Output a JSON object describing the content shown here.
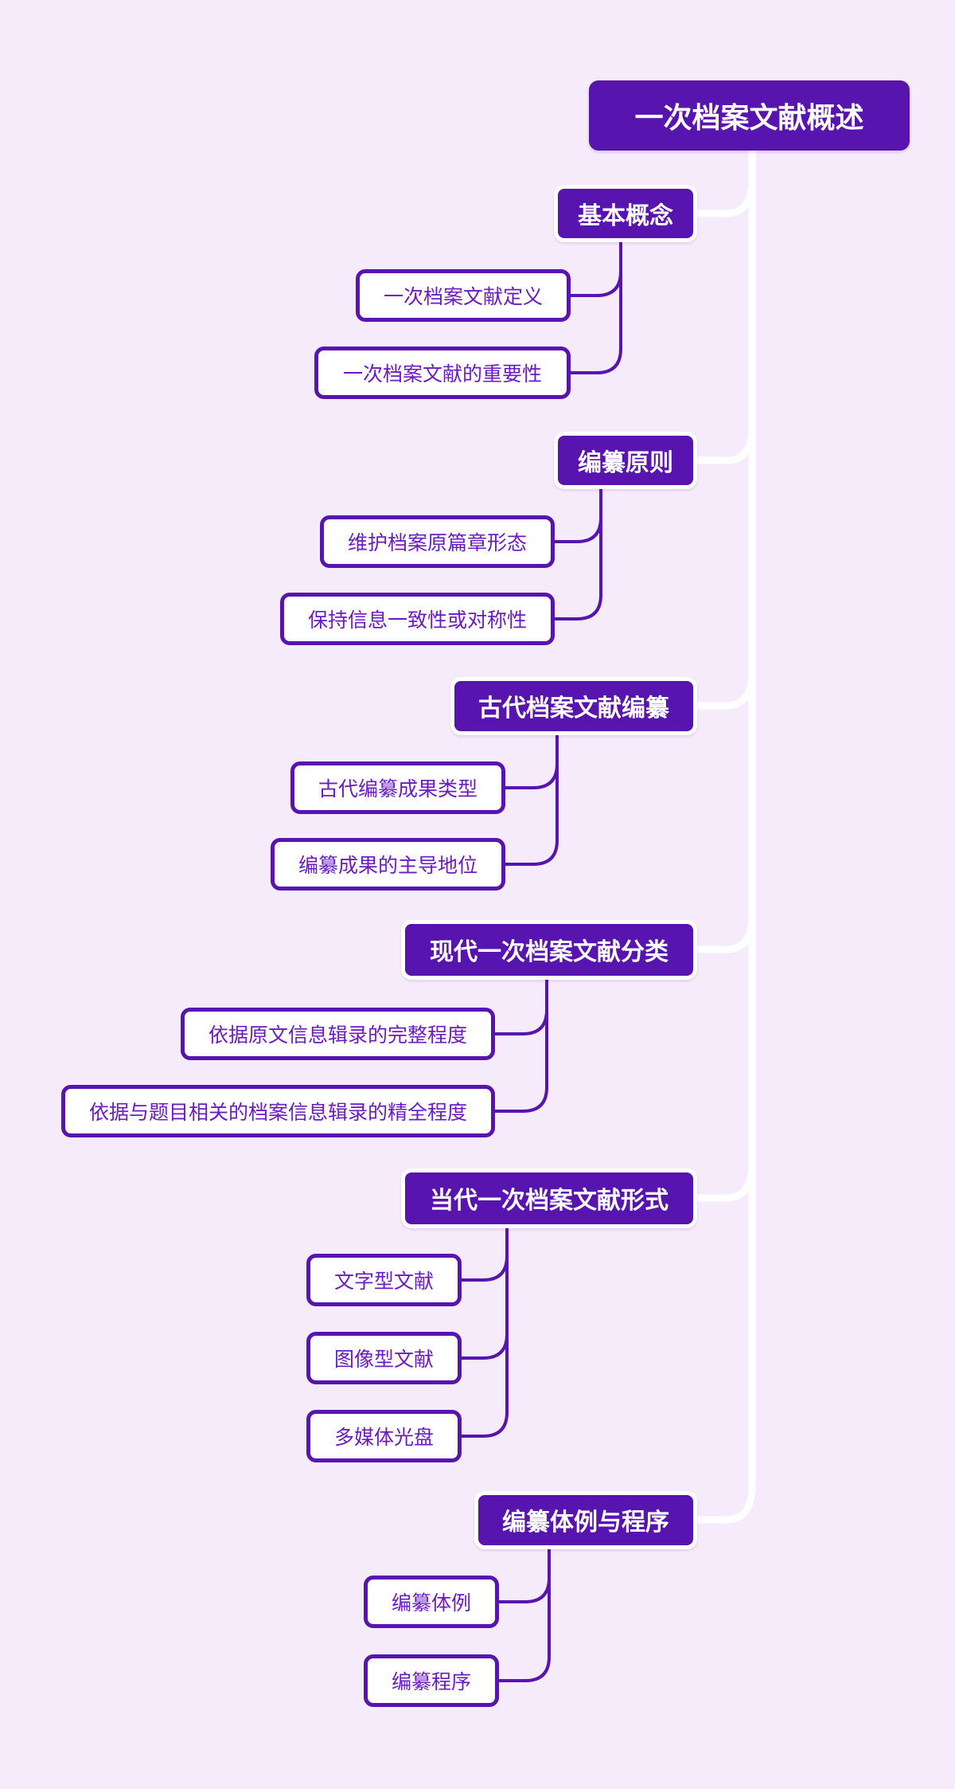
{
  "title": "一次档案文献概述",
  "colors": {
    "background": "#F6EBFA",
    "node_purple": "#5714AF",
    "leaf_text_purple": "#6B1BC4",
    "branch_white": "#FFFFFF"
  },
  "root": {
    "label": "一次档案文献概述"
  },
  "sections": [
    {
      "label": "基本概念",
      "children": [
        {
          "label": "一次档案文献定义"
        },
        {
          "label": "一次档案文献的重要性"
        }
      ]
    },
    {
      "label": "编纂原则",
      "children": [
        {
          "label": "维护档案原篇章形态"
        },
        {
          "label": "保持信息一致性或对称性"
        }
      ]
    },
    {
      "label": "古代档案文献编纂",
      "children": [
        {
          "label": "古代编纂成果类型"
        },
        {
          "label": "编纂成果的主导地位"
        }
      ]
    },
    {
      "label": "现代一次档案文献分类",
      "children": [
        {
          "label": "依据原文信息辑录的完整程度"
        },
        {
          "label": "依据与题目相关的档案信息辑录的精全程度"
        }
      ]
    },
    {
      "label": "当代一次档案文献形式",
      "children": [
        {
          "label": "文字型文献"
        },
        {
          "label": "图像型文献"
        },
        {
          "label": "多媒体光盘"
        }
      ]
    },
    {
      "label": "编纂体例与程序",
      "children": [
        {
          "label": "编纂体例"
        },
        {
          "label": "编纂程序"
        }
      ]
    }
  ]
}
